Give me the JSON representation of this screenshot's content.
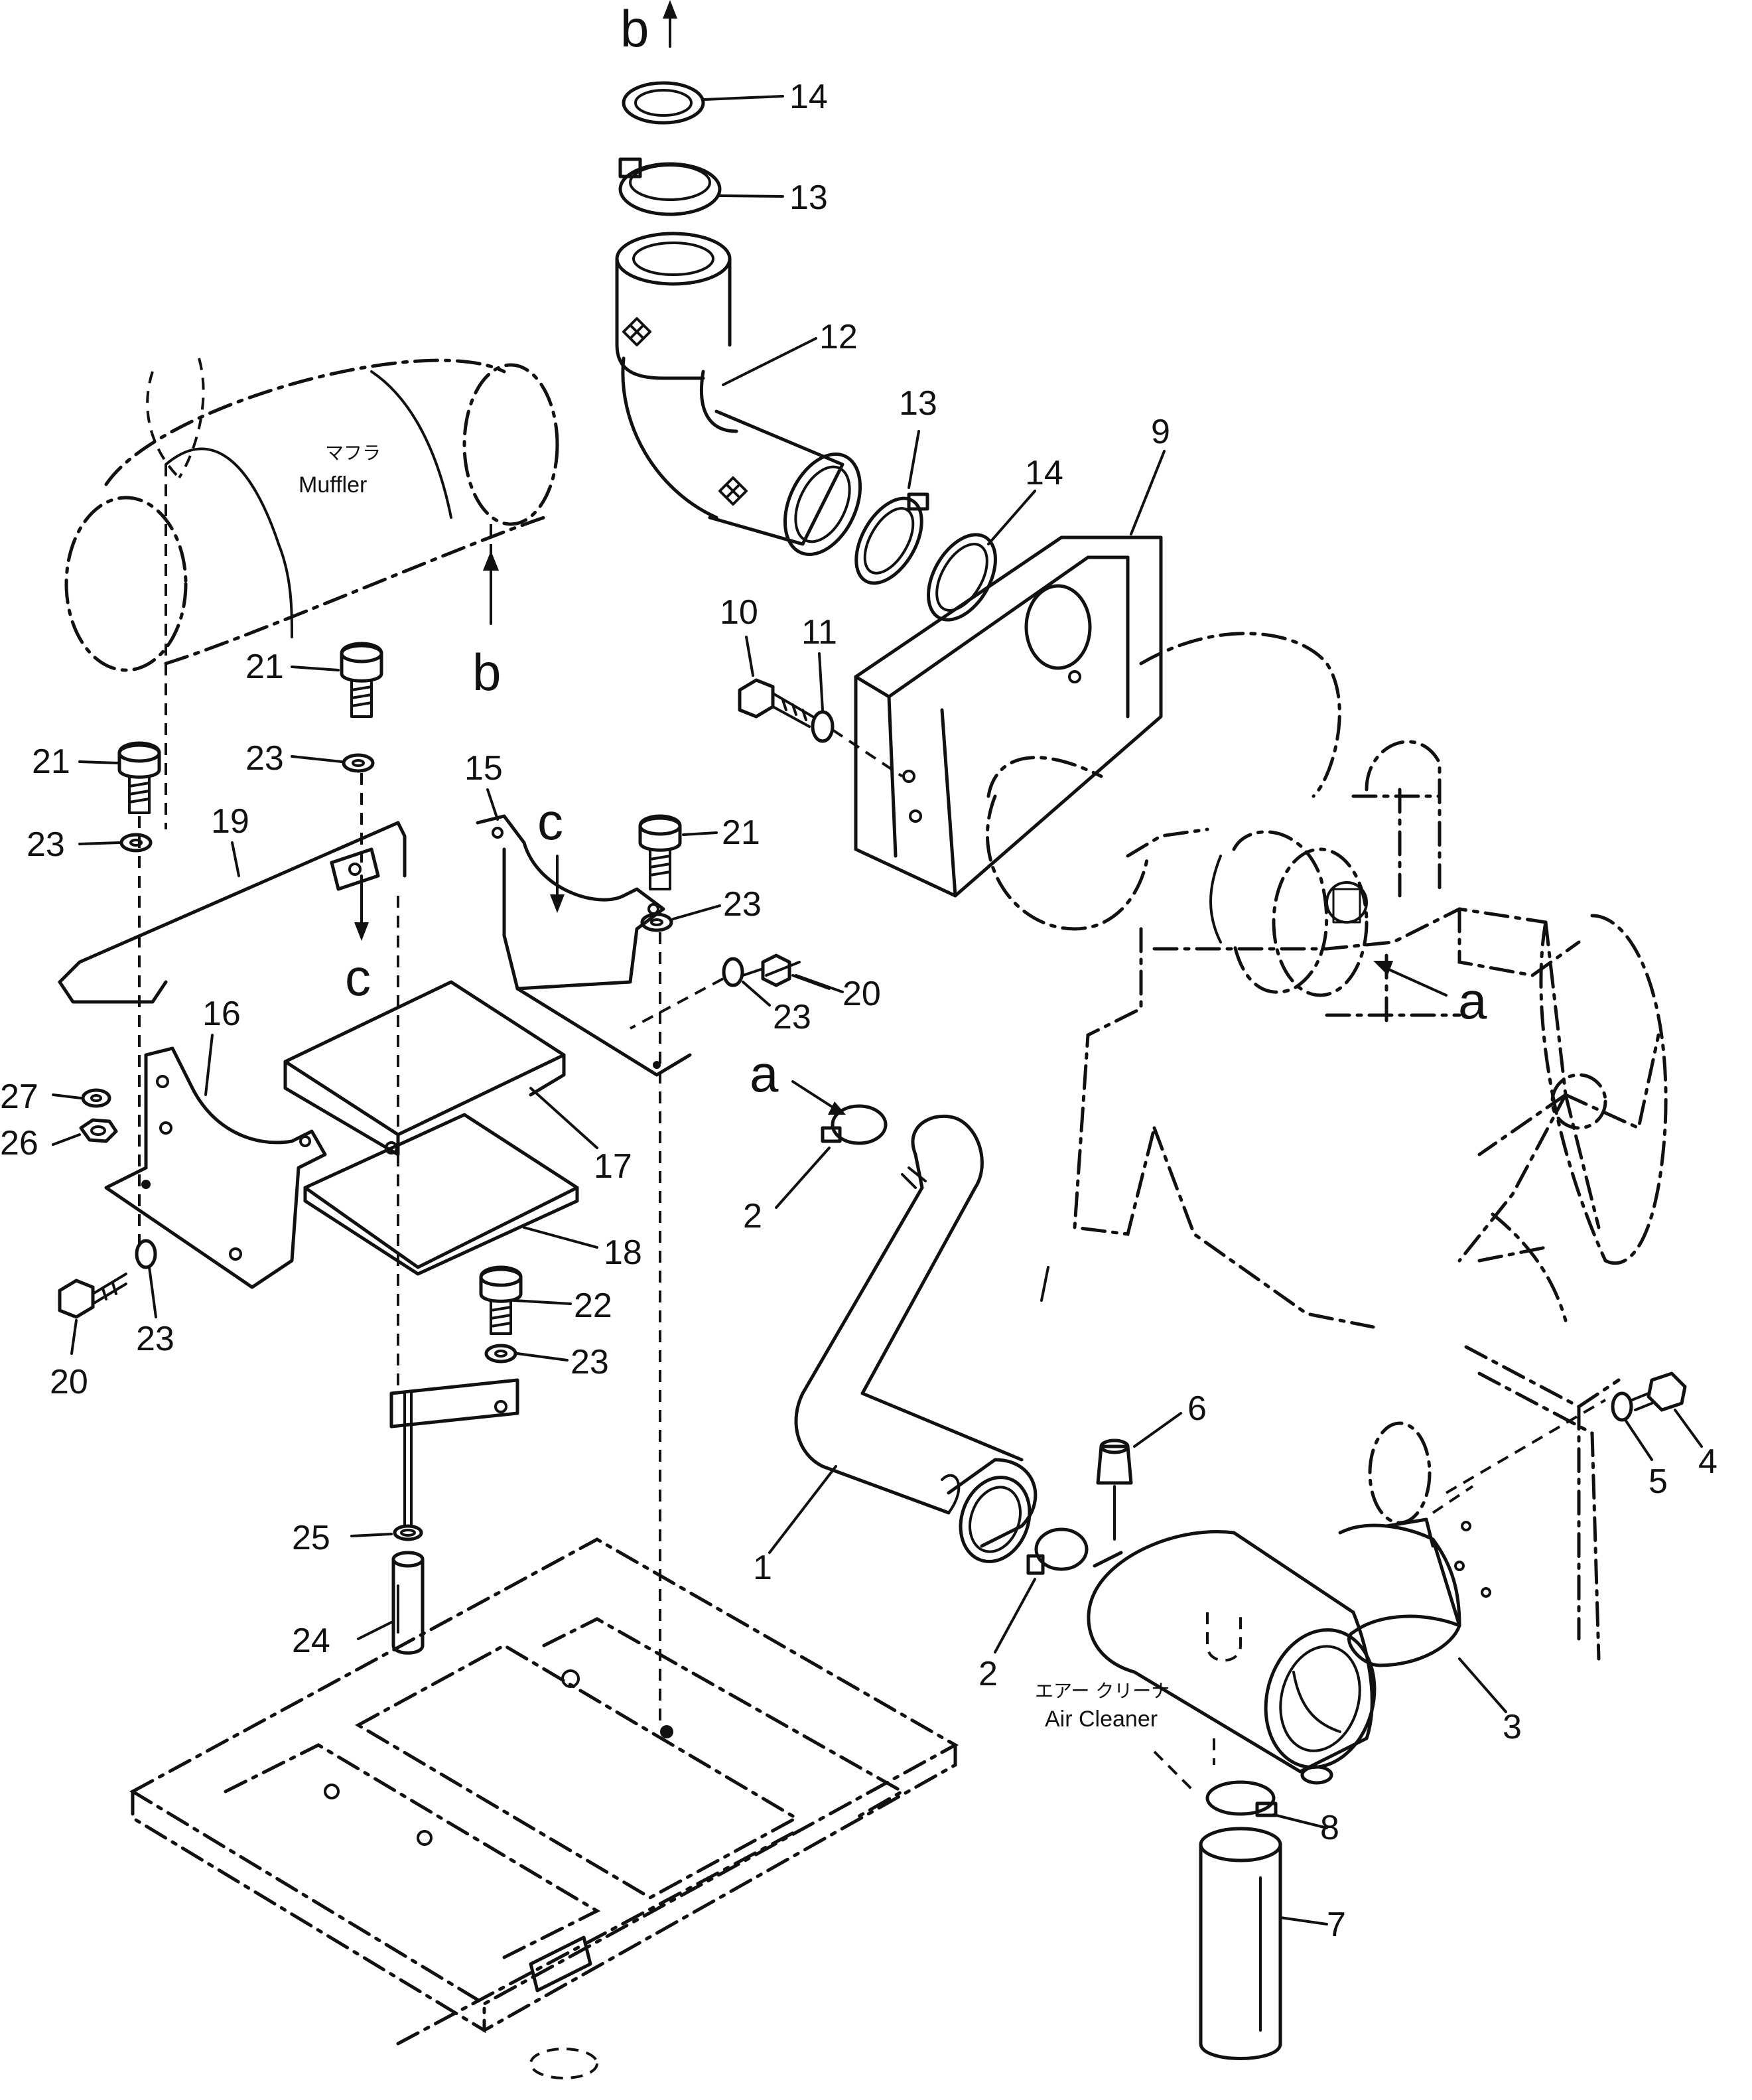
{
  "callouts": {
    "c1": "1",
    "c2a": "2",
    "c2b": "2",
    "c3": "3",
    "c4": "4",
    "c5": "5",
    "c6": "6",
    "c7": "7",
    "c8": "8",
    "c9": "9",
    "c10": "10",
    "c11": "11",
    "c12": "12",
    "c13a": "13",
    "c13b": "13",
    "c14a": "14",
    "c14b": "14",
    "c15": "15",
    "c16": "16",
    "c17": "17",
    "c18": "18",
    "c19": "19",
    "c20a": "20",
    "c20b": "20",
    "c21a": "21",
    "c21b": "21",
    "c21c": "21",
    "c22": "22",
    "c23a": "23",
    "c23b": "23",
    "c23c": "23",
    "c23d": "23",
    "c23e": "23",
    "c23f": "23",
    "c24": "24",
    "c25": "25",
    "c26": "26",
    "c27": "27"
  },
  "refs": {
    "a_top": "a",
    "a_right": "a",
    "b_top": "b",
    "b_muffler": "b",
    "c_left": "c",
    "c_mid": "c"
  },
  "labels": {
    "muffler_jp": "マフラ",
    "muffler_en": "Muffler",
    "air_cleaner_jp": "エアー クリーナ",
    "air_cleaner_en": "Air Cleaner"
  }
}
